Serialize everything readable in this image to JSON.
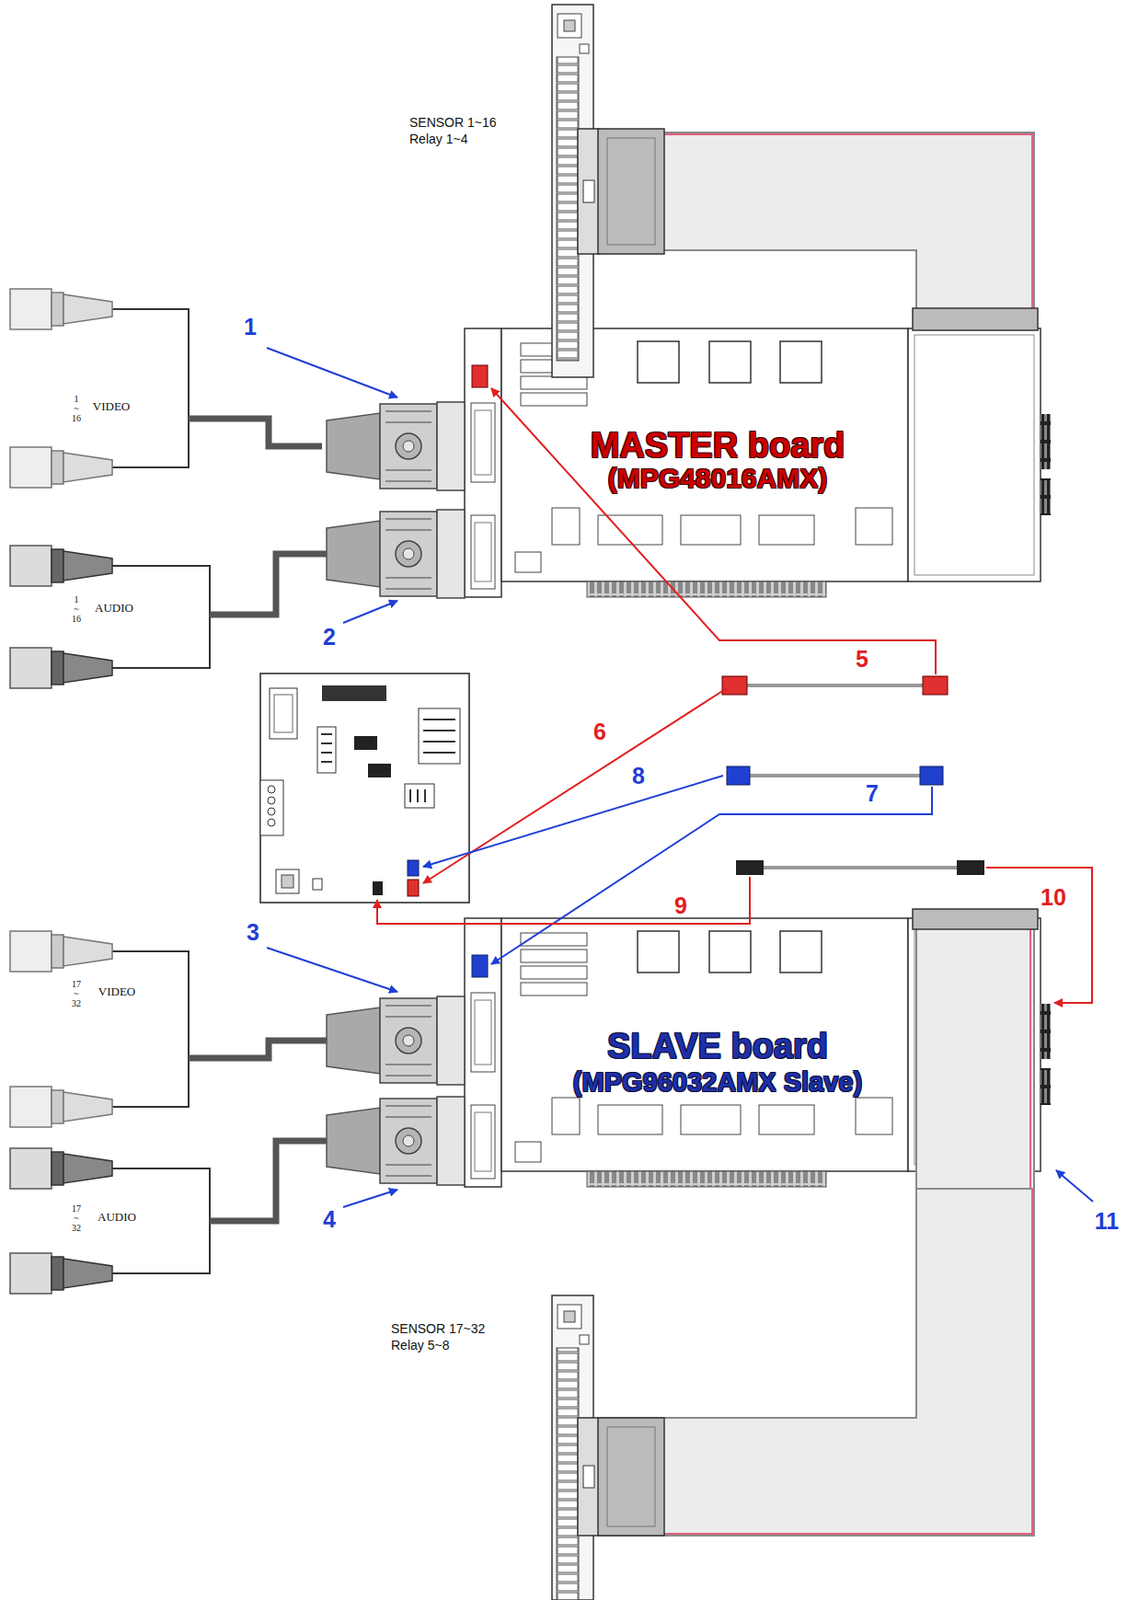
{
  "diagram": {
    "nodes": [
      {
        "text": [
          "SENSOR 1~16 Relay 1~4"
        ]
      },
      {
        "text": [
          "MASTER board",
          "(MPG48016AMX)"
        ]
      },
      {
        "text": [
          "SLAVE board",
          "(MPG96032AMX Slave)"
        ]
      },
      {
        "text": [
          "SENSOR 17~32 Relay 5~8"
        ]
      }
    ],
    "edges": [
      {
        "from": 0,
        "to": 1,
        "arrow": "none"
      },
      {
        "from": 2,
        "to": 3,
        "arrow": "none"
      }
    ],
    "labels": [
      "1",
      "2",
      "3",
      "4",
      "5",
      "6",
      "7",
      "8",
      "9",
      "10",
      "11",
      "1",
      "~",
      "16",
      "VIDEO",
      "1",
      "~",
      "16",
      "AUDIO",
      "17",
      "~",
      "32",
      "VIDEO",
      "17",
      "~",
      "32",
      "AUDIO"
    ]
  }
}
